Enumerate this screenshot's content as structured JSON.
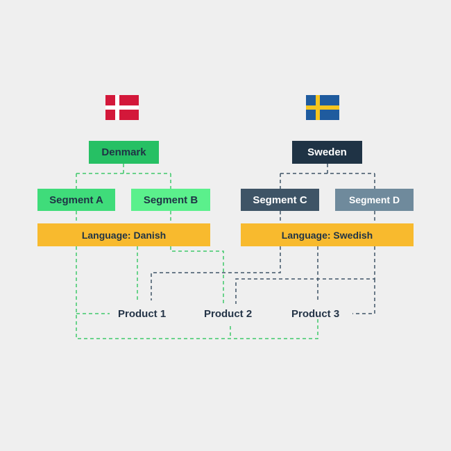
{
  "colors": {
    "background": "#efefef",
    "denmark_box": "#26c064",
    "segment_a": "#3fdc7a",
    "segment_b": "#5bf08c",
    "language_bar": "#f8ba2e",
    "sweden_box": "#1f3345",
    "segment_c": "#3e5466",
    "segment_d": "#6f8a9c",
    "green_line": "#3ec86a",
    "blue_line": "#3e5466",
    "text_dark": "#243447",
    "text_light": "#ffffff",
    "dk_red": "#d3183a",
    "se_blue": "#1f5b9e",
    "se_yellow": "#f6c51f"
  },
  "flags": {
    "denmark": "denmark-flag-icon",
    "sweden": "sweden-flag-icon"
  },
  "countries": {
    "denmark": {
      "label": "Denmark",
      "segments": [
        "Segment A",
        "Segment B"
      ],
      "language": "Language: Danish"
    },
    "sweden": {
      "label": "Sweden",
      "segments": [
        "Segment C",
        "Segment D"
      ],
      "language": "Language: Swedish"
    }
  },
  "products": [
    "Product 1",
    "Product 2",
    "Product 3"
  ]
}
